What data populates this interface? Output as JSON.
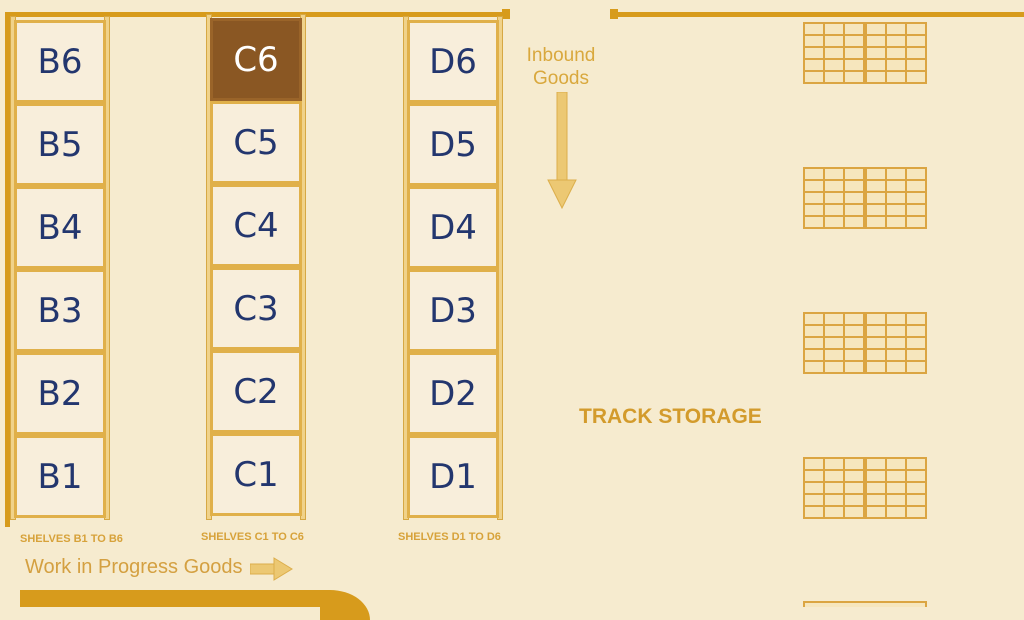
{
  "colors": {
    "background": "#f6ebcf",
    "wall": "#d79b1c",
    "shelf_fill": "#f8eedb",
    "shelf_border": "#e0b04a",
    "shelf_text": "#23366e",
    "shelf_active_fill": "#8a5723",
    "label_gold": "#d7a23a"
  },
  "columns": [
    {
      "caption": "SHELVES B1 TO B6",
      "shelves": [
        "B6",
        "B5",
        "B4",
        "B3",
        "B2",
        "B1"
      ]
    },
    {
      "caption": "SHELVES C1 TO C6",
      "shelves": [
        "C6",
        "C5",
        "C4",
        "C3",
        "C2",
        "C1"
      ],
      "active": "C6"
    },
    {
      "caption": "SHELVES D1 TO D6",
      "shelves": [
        "D6",
        "D5",
        "D4",
        "D3",
        "D2",
        "D1"
      ]
    }
  ],
  "inbound": {
    "line1": "Inbound",
    "line2": "Goods",
    "arrow_icon": "arrow-down-icon"
  },
  "track_storage": "TRACK STORAGE",
  "wip": {
    "label": "Work in Progress Goods",
    "arrow_icon": "arrow-right-icon"
  }
}
